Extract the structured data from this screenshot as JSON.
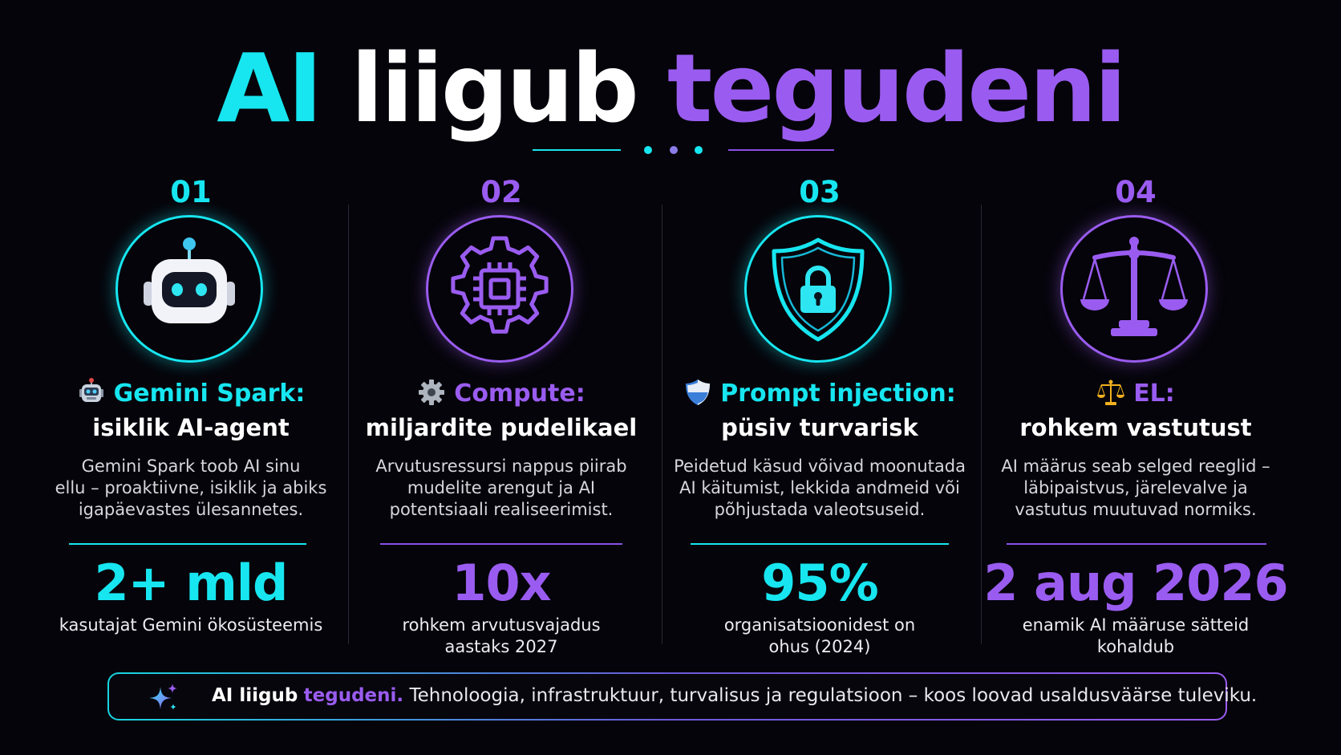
{
  "title": {
    "part1": "AI",
    "part2": "liigub",
    "part3": "tegudeni"
  },
  "colors": {
    "cyan": "#17e6f0",
    "purple": "#9a5cf0",
    "background": "#05040a"
  },
  "columns": [
    {
      "number": "01",
      "icon": "robot-icon",
      "emoji_icon": "robot-emoji-icon",
      "heading_accent": "Gemini Spark:",
      "heading": "isiklik AI-agent",
      "description": "Gemini Spark toob AI sinu\nellu – proaktiivne, isiklik ja abiks\nigapäevastes ülesannetes.",
      "stat": "2+ mld",
      "stat_label": "kasutajat Gemini ökosüsteemis",
      "accent": "#17e6f0"
    },
    {
      "number": "02",
      "icon": "gear-chip-icon",
      "emoji_icon": "gear-emoji-icon",
      "heading_accent": "Compute:",
      "heading": "miljardite pudelikael",
      "description": "Arvutusressursi nappus piirab\nmudelite arengut ja AI\npotentsiaali realiseerimist.",
      "stat": "10x",
      "stat_label": "rohkem arvutusvajadus\naastaks 2027",
      "accent": "#9a5cf0"
    },
    {
      "number": "03",
      "icon": "shield-lock-icon",
      "emoji_icon": "shield-emoji-icon",
      "heading_accent": "Prompt injection:",
      "heading": "püsiv turvarisk",
      "description": "Peidetud käsud võivad moonutada\nAI käitumist, lekkida andmeid või\npõhjustada valeotsuseid.",
      "stat": "95%",
      "stat_label": "organisatsioonidest on\nohus (2024)",
      "accent": "#17e6f0"
    },
    {
      "number": "04",
      "icon": "scales-icon",
      "emoji_icon": "scales-emoji-icon",
      "heading_accent": "EL:",
      "heading": "rohkem vastutust",
      "description": "AI määrus seab selged reeglid –\nläbipaistvus, järelevalve ja\nvastutus muutuvad normiks.",
      "stat": "2 aug 2026",
      "stat_label": "enamik AI määruse sätteid\nkohaldub",
      "accent": "#9a5cf0"
    }
  ],
  "footer": {
    "icon": "sparkle-icon",
    "bold1": "AI liigub",
    "bold2": "tegudeni.",
    "text": " Tehnoloogia, infrastruktuur, turvalisus ja regulatsioon – koos loovad usaldusväärse tuleviku."
  }
}
